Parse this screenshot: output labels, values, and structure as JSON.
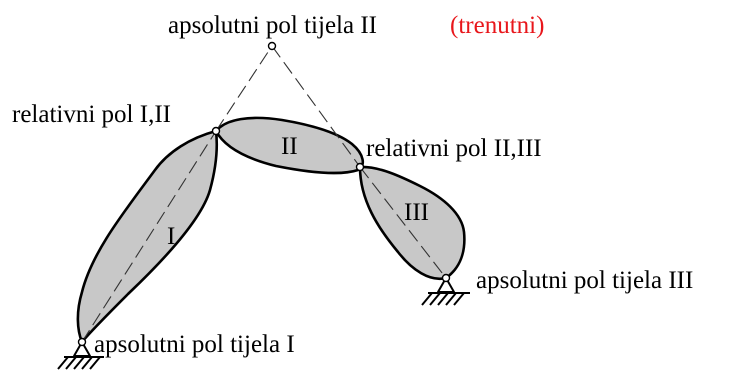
{
  "labels": {
    "absolute_pole_II": "apsolutni pol tijela II",
    "instantaneous": "(trenutni)",
    "relative_pole_I_II": "relativni pol I,II",
    "relative_pole_II_III": "relativni pol II,III",
    "absolute_pole_III": "apsolutni pol tijela III",
    "absolute_pole_I": "apsolutni pol tijela I"
  },
  "bodies": {
    "body_I": "I",
    "body_II": "II",
    "body_III": "III"
  },
  "colors": {
    "body_fill": "#c8c8c8",
    "accent_red": "#e8161b",
    "stroke": "#000000"
  }
}
